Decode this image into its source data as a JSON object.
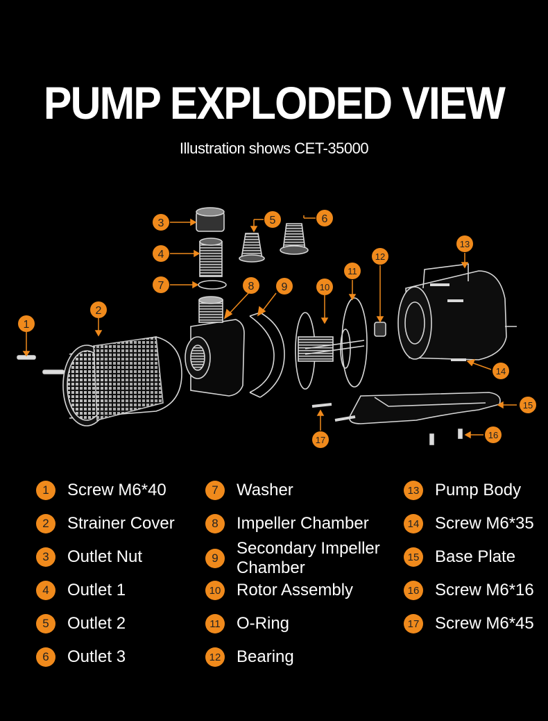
{
  "header": {
    "title": "PUMP EXPLODED VIEW",
    "subtitle": "Illustration shows CET-35000"
  },
  "colors": {
    "accent": "#f08a1c",
    "background": "#000000",
    "line": "#d8d8d8"
  },
  "callouts": [
    "1",
    "2",
    "3",
    "4",
    "5",
    "6",
    "7",
    "8",
    "9",
    "10",
    "11",
    "12",
    "13",
    "14",
    "15",
    "16",
    "17"
  ],
  "parts": [
    {
      "num": "1",
      "name": "Screw M6*40"
    },
    {
      "num": "2",
      "name": "Strainer Cover"
    },
    {
      "num": "3",
      "name": "Outlet Nut"
    },
    {
      "num": "4",
      "name": "Outlet 1"
    },
    {
      "num": "5",
      "name": "Outlet 2"
    },
    {
      "num": "6",
      "name": "Outlet 3"
    },
    {
      "num": "7",
      "name": "Washer"
    },
    {
      "num": "8",
      "name": "Impeller Chamber"
    },
    {
      "num": "9",
      "name": "Secondary Impeller Chamber"
    },
    {
      "num": "10",
      "name": "Rotor Assembly"
    },
    {
      "num": "11",
      "name": "O-Ring"
    },
    {
      "num": "12",
      "name": "Bearing"
    },
    {
      "num": "13",
      "name": "Pump Body"
    },
    {
      "num": "14",
      "name": "Screw M6*35"
    },
    {
      "num": "15",
      "name": "Base Plate"
    },
    {
      "num": "16",
      "name": "Screw M6*16"
    },
    {
      "num": "17",
      "name": "Screw M6*45"
    }
  ]
}
